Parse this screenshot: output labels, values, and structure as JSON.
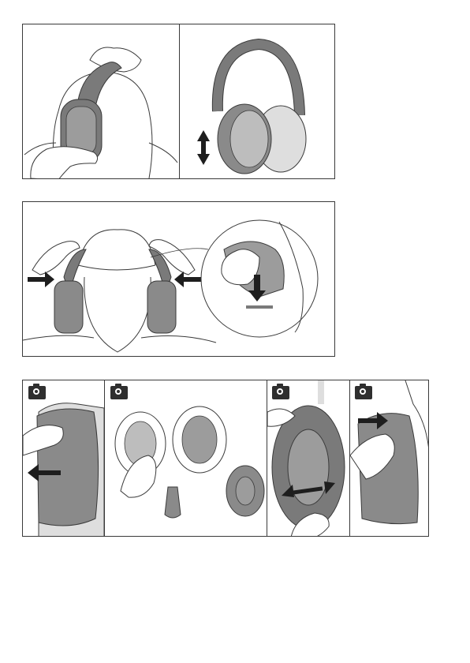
{
  "colors": {
    "line": "#3a3a3a",
    "shell_dark": "#7a7a7a",
    "shell_mid": "#9c9c9c",
    "cushion_light": "#dedede",
    "arrow": "#1e1e1e",
    "background": "#ffffff"
  },
  "icons": {
    "camera": "camera-icon",
    "double_arrow": "double-arrow-icon",
    "push_arrow": "arrow-right-icon",
    "pull_arrow": "arrow-left-icon",
    "down_arrow": "arrow-down-icon"
  },
  "figures": [
    {
      "id": "fig1",
      "steps": [
        "headband-over-head",
        "adjust-height"
      ]
    },
    {
      "id": "fig2",
      "steps": [
        "press-cups-against-head-with-helmet"
      ]
    },
    {
      "id": "fig3",
      "steps": [
        "remove-cushion",
        "replace-liner",
        "fit-cushion",
        "press-cushion-into-place"
      ]
    }
  ]
}
